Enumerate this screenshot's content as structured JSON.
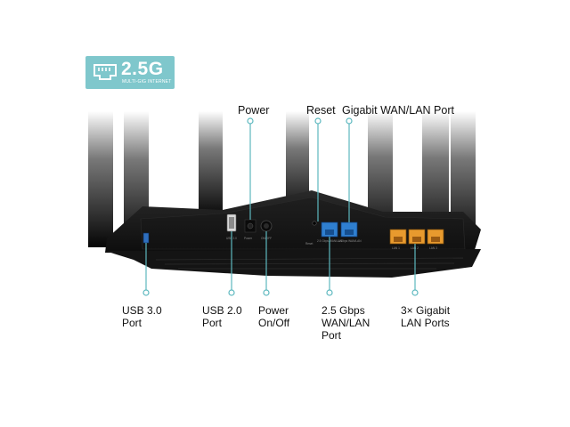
{
  "badge": {
    "icon": "ethernet-port-icon",
    "title": "2.5G",
    "subtitle": "MULTI-GIG INTERNET",
    "color": "#7fc7cc"
  },
  "callouts_top": {
    "power": "Power",
    "reset": "Reset",
    "gigabit_wan_lan": "Gigabit WAN/LAN Port"
  },
  "callouts_bottom": {
    "usb30": {
      "line1": "USB 3.0",
      "line2": "Port"
    },
    "usb20": {
      "line1": "USB 2.0",
      "line2": "Port"
    },
    "power_onoff": {
      "line1": "Power",
      "line2": "On/Off"
    },
    "wan_25g": {
      "line1": "2.5 Gbps",
      "line2": "WAN/LAN",
      "line3": "Port"
    },
    "lan_ports": {
      "line1": "3× Gigabit",
      "line2": "LAN Ports"
    }
  },
  "router_port_text": {
    "usb": "USB 2.0",
    "power": "Power",
    "on_off": "ON/OFF",
    "reset": "Reset",
    "wan_25": "2.5 Gbps WAN/LAN",
    "wan_1": "1 Gbps WAN/LAN",
    "lan1": "LAN 1",
    "lan2": "LAN 2",
    "lan3": "LAN 3"
  },
  "colors": {
    "callout_teal": "#5db8bf",
    "wan_port_blue": "#2f7fd0",
    "lan_port_orange": "#e89a2e",
    "router_body": "#1a1a1a"
  }
}
